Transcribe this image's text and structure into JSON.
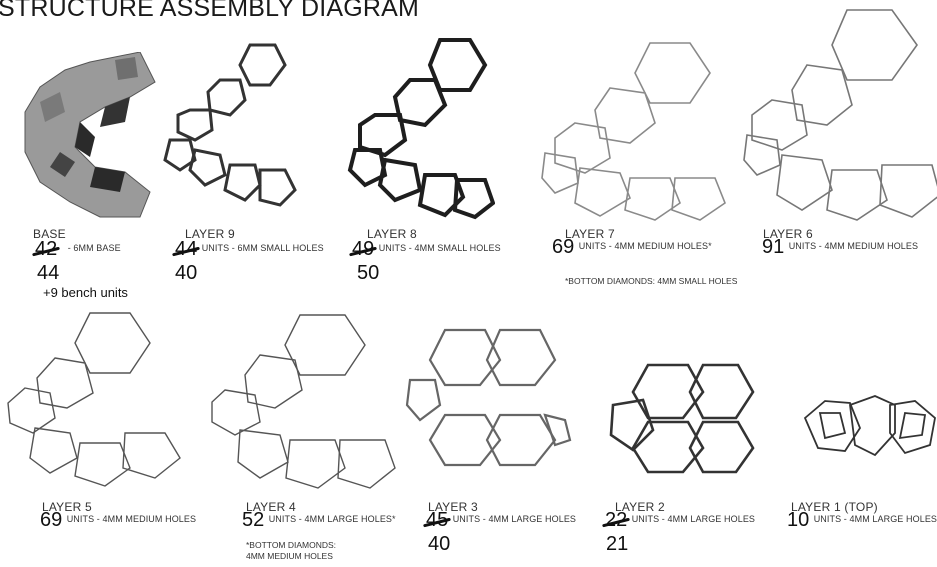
{
  "title": "STRUCTURE ASSEMBLY DIAGRAM",
  "layers": [
    {
      "id": "base",
      "name": "BASE",
      "count_old": "42",
      "count": "",
      "desc": "- 6MM BASE",
      "revised": "44",
      "extra": "+9 bench units",
      "note": ""
    },
    {
      "id": "l9",
      "name": "LAYER 9",
      "count_old": "44",
      "count": "",
      "desc": "UNITS - 6MM SMALL HOLES",
      "revised": "40",
      "extra": "",
      "note": ""
    },
    {
      "id": "l8",
      "name": "LAYER 8",
      "count_old": "49",
      "count": "",
      "desc": "UNITS - 4MM SMALL HOLES",
      "revised": "50",
      "extra": "",
      "note": ""
    },
    {
      "id": "l7",
      "name": "LAYER 7",
      "count_old": "",
      "count": "69",
      "desc": "UNITS - 4MM MEDIUM HOLES*",
      "revised": "",
      "extra": "",
      "note": "*BOTTOM DIAMONDS: 4MM SMALL HOLES"
    },
    {
      "id": "l6",
      "name": "LAYER 6",
      "count_old": "",
      "count": "91",
      "desc": "UNITS - 4MM MEDIUM HOLES",
      "revised": "",
      "extra": "",
      "note": ""
    },
    {
      "id": "l5",
      "name": "LAYER 5",
      "count_old": "",
      "count": "69",
      "desc": "UNITS - 4MM MEDIUM HOLES",
      "revised": "",
      "extra": "",
      "note": ""
    },
    {
      "id": "l4",
      "name": "LAYER 4",
      "count_old": "",
      "count": "52",
      "desc": "UNITS - 4MM LARGE HOLES*",
      "revised": "",
      "extra": "",
      "note": "*BOTTOM DIAMONDS: 4MM MEDIUM HOLES"
    },
    {
      "id": "l3",
      "name": "LAYER 3",
      "count_old": "45",
      "count": "",
      "desc": "UNITS - 4MM LARGE HOLES",
      "revised": "40",
      "extra": "",
      "note": ""
    },
    {
      "id": "l2",
      "name": "LAYER 2",
      "count_old": "22",
      "count": "",
      "desc": "UNITS - 4MM LARGE HOLES",
      "revised": "21",
      "extra": "",
      "note": ""
    },
    {
      "id": "l1",
      "name": "LAYER 1 (TOP)",
      "count_old": "",
      "count": "10",
      "desc": "UNITS - 4MM LARGE HOLES",
      "revised": "",
      "extra": "",
      "note": ""
    }
  ],
  "colors": {
    "dark": "#1e1e1e",
    "mid": "#555555",
    "light": "#8a8a8a",
    "base_fill": "#9a9a9a",
    "base_dark": "#2a2a2a"
  }
}
